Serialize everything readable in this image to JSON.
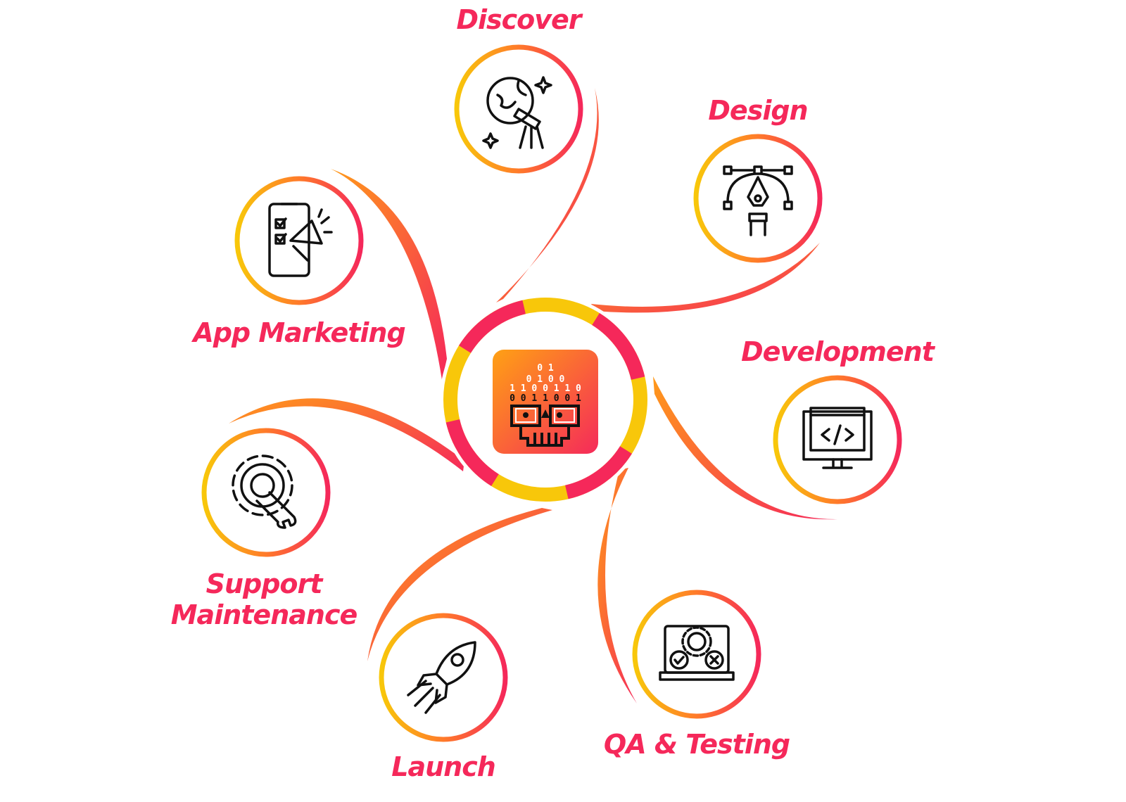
{
  "center": {
    "name": "app-development-hub",
    "binary_text": [
      "0 1",
      "0 1 0 0",
      "1 1 0 0 1 1 0",
      "0 0 1 1 0 0 1"
    ]
  },
  "steps": [
    {
      "id": "discover",
      "label": "Discover",
      "icon": "globe-telescope-icon"
    },
    {
      "id": "design",
      "label": "Design",
      "icon": "pen-tool-bezier-icon"
    },
    {
      "id": "development",
      "label": "Development",
      "icon": "monitor-code-icon"
    },
    {
      "id": "qa",
      "label": "QA & Testing",
      "icon": "laptop-gear-check-icon"
    },
    {
      "id": "launch",
      "label": "Launch",
      "icon": "rocket-icon"
    },
    {
      "id": "support",
      "label_line1": "Support",
      "label_line2": "Maintenance",
      "icon": "gear-wrench-icon"
    },
    {
      "id": "marketing",
      "label": "App Marketing",
      "icon": "phone-megaphone-icon"
    }
  ],
  "colors": {
    "pink": "#f5285a",
    "orange": "#ff6a2b",
    "yellow": "#f8c70a"
  }
}
